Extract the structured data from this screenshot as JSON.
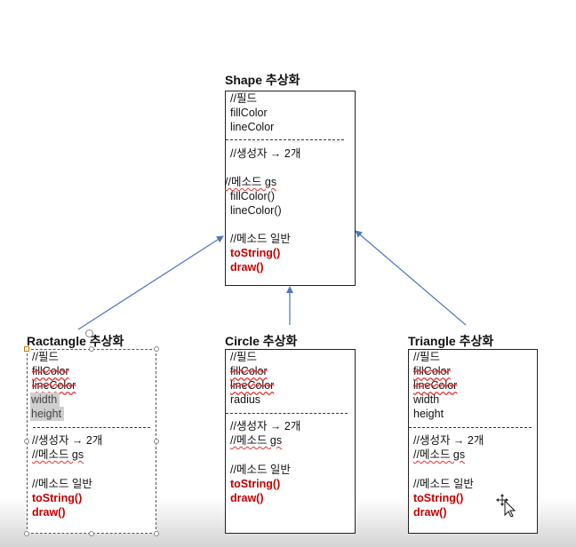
{
  "shape": {
    "title": "Shape 추상화",
    "fields_comment": "//필드",
    "fields": [
      "fillColor",
      "lineColor"
    ],
    "ctor_comment": "//생성자 → 2개",
    "gs_comment": "//메소드 gs",
    "gs_methods": [
      "fillColor()",
      "lineColor()"
    ],
    "general_comment": "//메소드 일반",
    "general_methods": [
      "toString()",
      "draw()"
    ]
  },
  "rectangle": {
    "title": "Ractangle  추상화",
    "fields_comment": "//필드",
    "inherited_fields": [
      "fillColor",
      "lineColor"
    ],
    "fields": [
      "width",
      "height"
    ],
    "ctor_comment": "//생성자 → 2개",
    "gs_comment": "//메소드 gs",
    "general_comment": "//메소드 일반",
    "general_methods": [
      "toString()",
      "draw()"
    ]
  },
  "circle": {
    "title": "Circle  추상화",
    "fields_comment": "//필드",
    "inherited_fields": [
      "fillColor",
      "lineColor"
    ],
    "fields": [
      "radius"
    ],
    "ctor_comment": "//생성자 → 2개",
    "gs_comment": "//메소드 gs",
    "general_comment": "//메소드 일반",
    "general_methods": [
      "toString()",
      "draw()"
    ]
  },
  "triangle": {
    "title": "Triangle  추상화",
    "fields_comment": "//필드",
    "inherited_fields": [
      "fillColor",
      "lineColor"
    ],
    "fields": [
      "width",
      "height"
    ],
    "ctor_comment": "//생성자 → 2개",
    "gs_comment": "//메소드 gs",
    "general_comment": "//메소드 일반",
    "general_methods": [
      "toString()",
      "draw()"
    ]
  },
  "colors": {
    "arrow": "#4a78c2",
    "method_red": "#c00000",
    "spell_squiggle": "#e03030"
  }
}
